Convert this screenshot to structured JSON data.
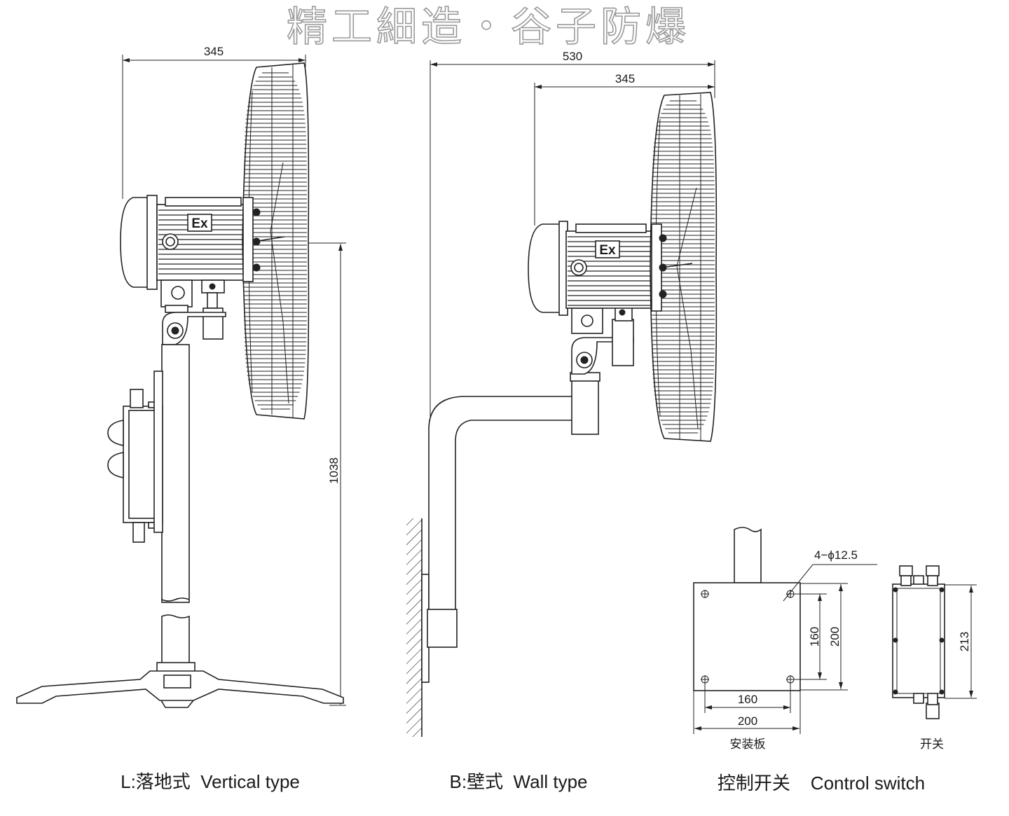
{
  "watermark": "精工細造・谷子防爆",
  "captions": {
    "vertical": "L:落地式  Vertical type",
    "wall": "B:壁式  Wall type",
    "control": "控制开关    Control switch"
  },
  "labels": {
    "ex_vertical": "Ex",
    "ex_wall": "Ex",
    "plate": "安装板",
    "switch": "开关"
  },
  "dimensions": {
    "vertical_depth": "345",
    "vertical_height": "1038",
    "wall_total_depth": "530",
    "wall_depth": "345",
    "hole_spec": "4−ϕ12.5",
    "plate_hole_v": "160",
    "plate_height": "200",
    "plate_hole_h": "160",
    "plate_width": "200",
    "switch_height": "213"
  }
}
